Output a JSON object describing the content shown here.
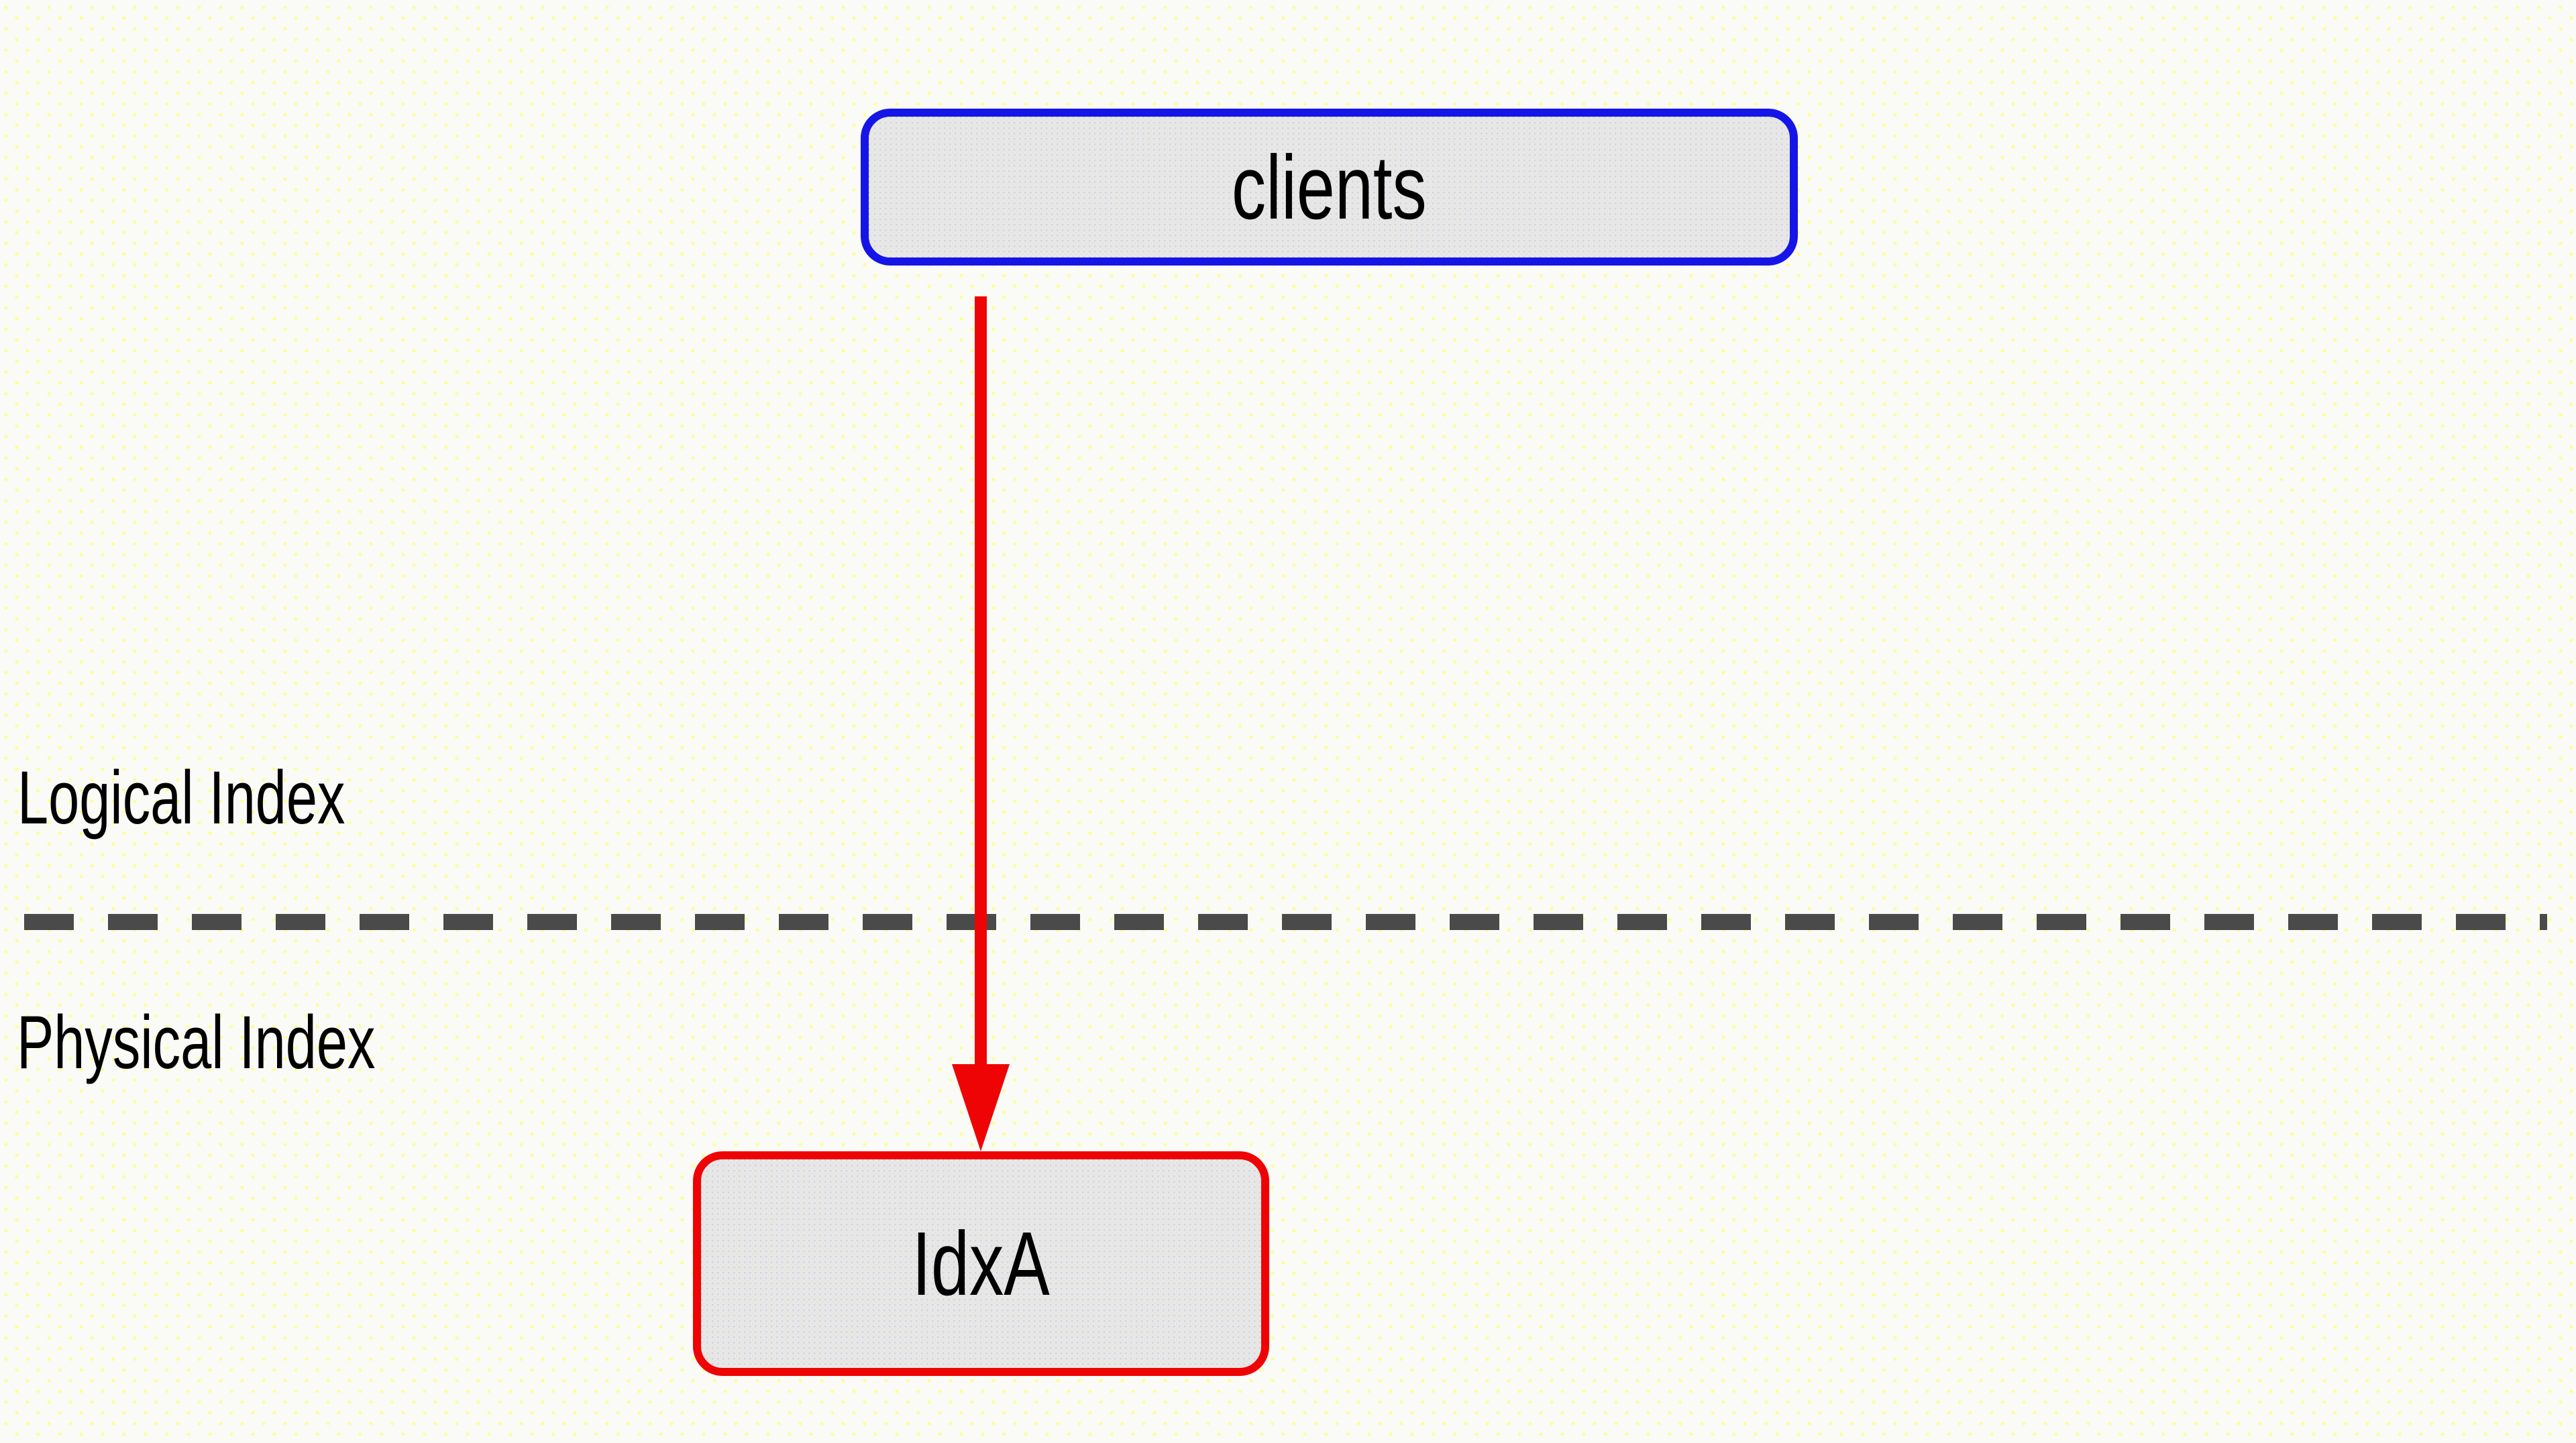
{
  "diagram": {
    "nodes": [
      {
        "id": "clients",
        "label": "clients",
        "border_color": "#1515e8",
        "fill_color": "#e7e7e9",
        "shape": "rounded-rectangle"
      },
      {
        "id": "IdxA",
        "label": "IdxA",
        "border_color": "#ee0404",
        "fill_color": "#e7e7e9",
        "shape": "rounded-rectangle"
      }
    ],
    "edges": [
      {
        "from": "clients",
        "to": "IdxA",
        "color": "#ee0404",
        "direction": "down",
        "style": "solid-arrow"
      }
    ],
    "regions": [
      {
        "label": "Logical Index",
        "position": "above-divider"
      },
      {
        "label": "Physical Index",
        "position": "below-divider"
      }
    ],
    "divider": {
      "style": "dashed",
      "color": "#4a4a4a"
    },
    "colors": {
      "background": "#fafaf7",
      "background_dots": "#ffff99",
      "text": "#000000"
    }
  }
}
